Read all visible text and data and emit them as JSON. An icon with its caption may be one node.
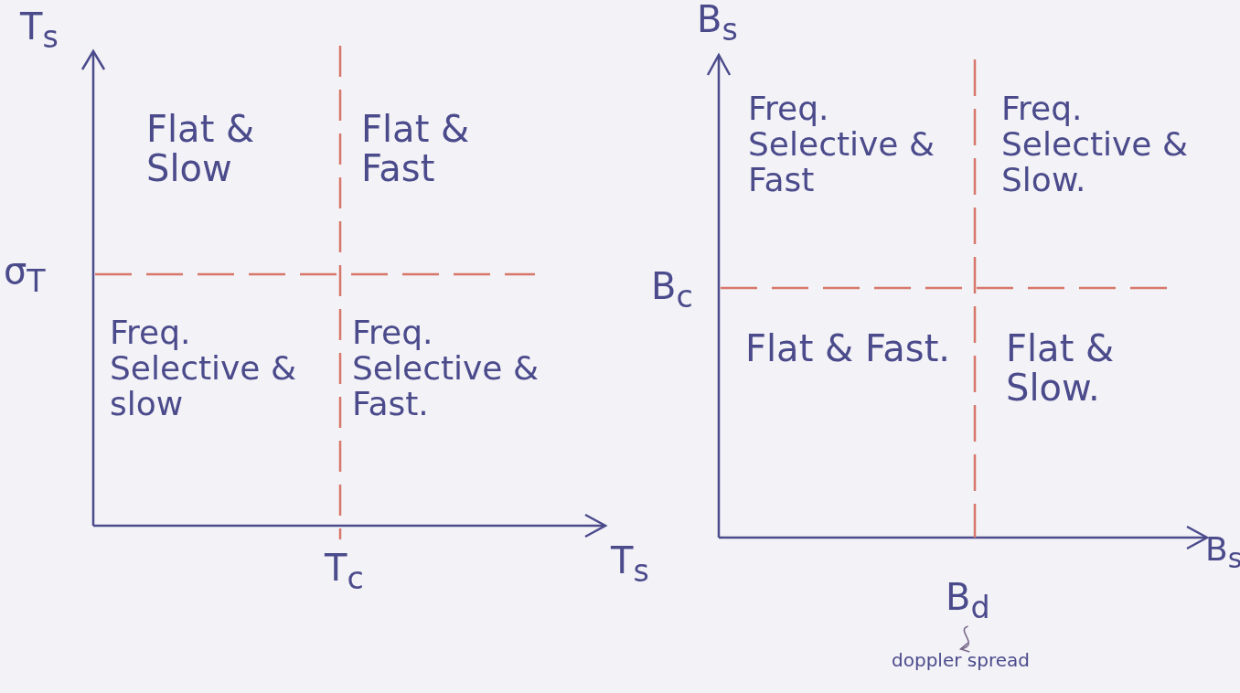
{
  "diagram": {
    "nodes": [
      {
        "text": [
          "B$_{d}$"
        ]
      },
      {
        "text": [
          "doppler spread"
        ]
      }
    ],
    "edges": [
      {
        "from": 0,
        "to": 1,
        "arrow": "to"
      }
    ],
    "labels": [
      "T$_{s}$",
      "Flat & Slow",
      "Flat & Fast",
      "σ$_{T}$",
      "Freq. Selective & slow",
      "Freq. Selective & Fast.",
      "T$_{c}$",
      "T$_{s}$",
      "B$_{s}$",
      "Freq. Selective & Fast",
      "Freq. Selective & Slow.",
      "B$_{c}$",
      "Flat & Fast.",
      "Flat & Slow.",
      "B$_{s}$"
    ]
  }
}
